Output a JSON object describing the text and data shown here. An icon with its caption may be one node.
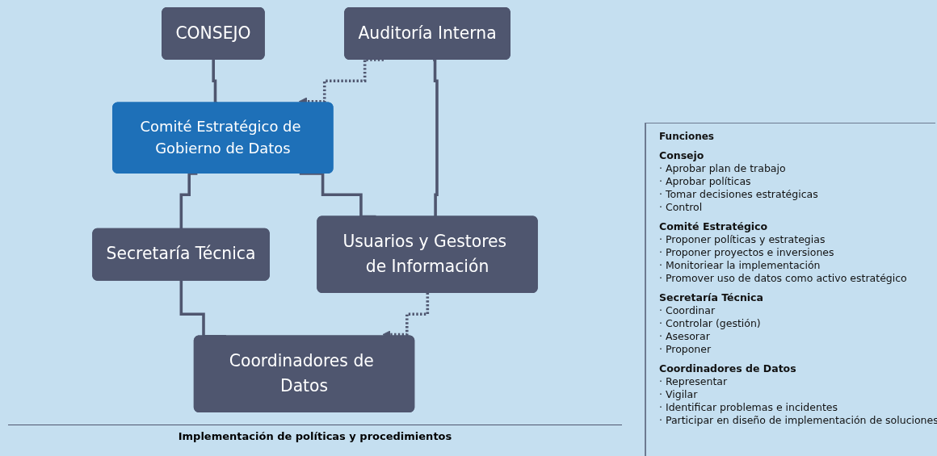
{
  "diagram": {
    "nodes": [
      {
        "text": [
          "CONSEJO"
        ]
      },
      {
        "text": [
          "Comité Estratégico de Gobierno de Datos"
        ]
      },
      {
        "text": [
          "Auditoría Interna"
        ]
      },
      {
        "text": [
          "Secretaría Técnica"
        ]
      },
      {
        "text": [
          "Coordinadores de Datos"
        ]
      },
      {
        "text": [
          "Usuarios y Gestores de Información"
        ]
      }
    ],
    "edges": [
      {
        "from": 0,
        "to": 1,
        "arrow": "none"
      },
      {
        "from": 1,
        "to": 3,
        "arrow": "none"
      },
      {
        "from": 2,
        "to": 1,
        "arrow": "to",
        "style": "dashed"
      },
      {
        "from": 1,
        "to": 5,
        "arrow": "none"
      },
      {
        "from": 3,
        "to": 4,
        "arrow": "none"
      },
      {
        "from": 2,
        "to": 5,
        "arrow": "none"
      },
      {
        "from": 5,
        "to": 4,
        "arrow": "to",
        "style": "dashed"
      }
    ],
    "labels": [
      "Implementación de políticas y procedimientos",
      "Funciones",
      "Consejo",
      "· Aprobar plan de trabajo",
      "· Aprobar políticas",
      "· Tomar decisiones estratégicas",
      "· Control",
      "Comité Estratégico",
      "· Proponer políticas y estrategias",
      "· Proponer proyectos e inversiones",
      "· Monitoriear la implementación",
      "· Promover uso de datos como activo estratégico",
      "Secretaría Técnica",
      "· Coordinar",
      "· Controlar (gestión)",
      "· Asesorar",
      "· Proponer",
      "Coordinadores de Datos",
      "· Representar",
      "· Vigilar",
      "· Identificar problemas e incidentes",
      "· Participar en diseño de implementación de soluciones"
    ]
  }
}
